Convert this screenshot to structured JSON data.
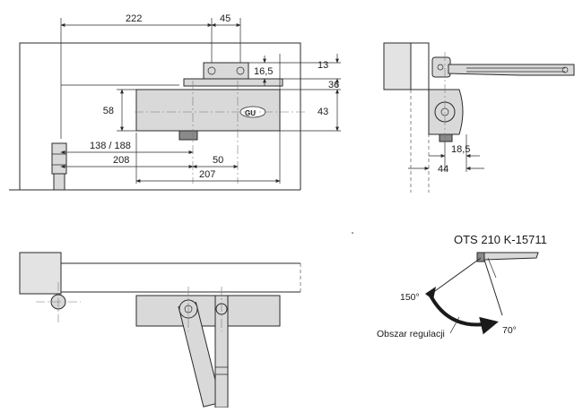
{
  "front_view": {
    "dims": {
      "d222": "222",
      "d45": "45",
      "d16_5": "16,5",
      "d13": "13",
      "d36": "36",
      "d58": "58",
      "d43": "43",
      "d138_188": "138 / 188",
      "d208": "208",
      "d50": "50",
      "d207": "207"
    },
    "logo_text": "GU"
  },
  "side_view": {
    "dims": {
      "d18_5": "18,5",
      "d44": "44"
    }
  },
  "top_view": {},
  "regulation": {
    "model": "OTS 210 K-15711",
    "angle_max": "150°",
    "angle_min": "70°",
    "area_label": "Obszar regulacji",
    "arrow_color": "#1a1a1a"
  }
}
